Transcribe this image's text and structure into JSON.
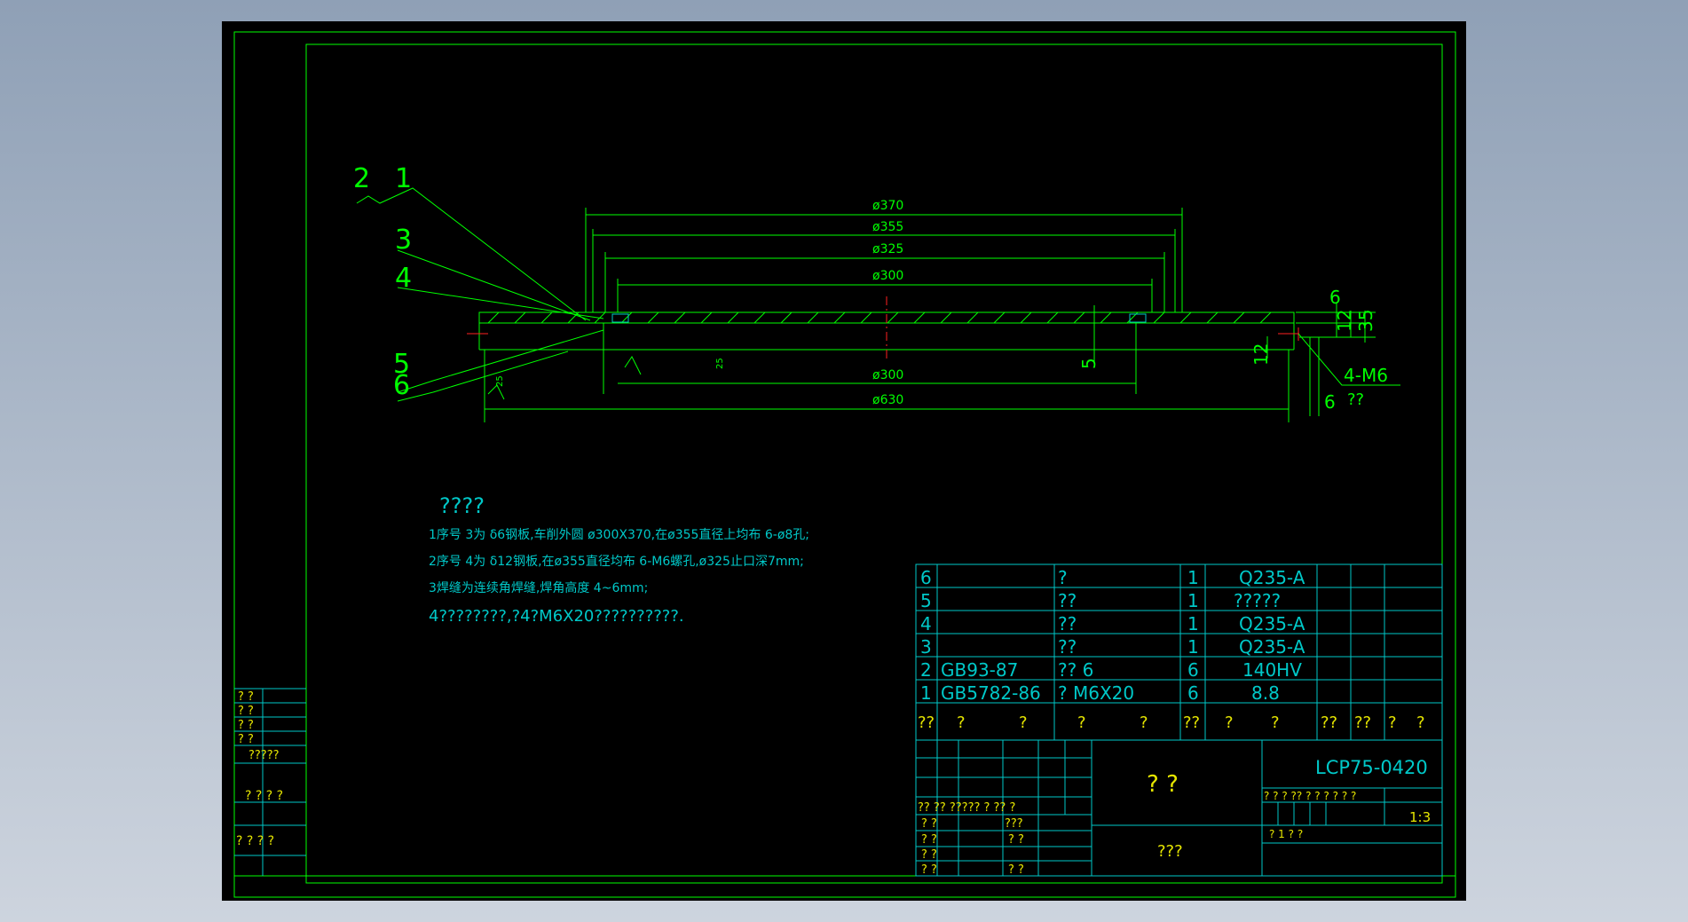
{
  "drawing": {
    "views": {
      "dims": {
        "d370": "ø370",
        "d355": "ø355",
        "d325": "ø325",
        "d300_top": "ø300",
        "d300_bottom": "ø300",
        "d630": "ø630",
        "v6_top": "6",
        "v12_top": "12",
        "v35": "35",
        "v5": "5",
        "v12_right": "12",
        "v6_bottom": "6",
        "rough_a": "25",
        "rough_b": "25"
      },
      "balloons": [
        "2",
        "1",
        "3",
        "4",
        "5",
        "6"
      ],
      "thread_callout": "4-M6",
      "thread_note": "??"
    },
    "notes": {
      "title": "????",
      "lines": [
        "1序号 3为 δ6钢板,车削外圆 ø300X370,在ø355直径上均布 6-ø8孔;",
        "2序号 4为 δ12钢板,在ø355直径均布 6-M6螺孔,ø325止口深7mm;",
        "3焊缝为连续角焊缝,焊角高度 4~6mm;",
        "4????????,?4?M6X20??????????."
      ]
    },
    "bom": {
      "rows": [
        {
          "no": "6",
          "code": "",
          "name": "?",
          "qty": "1",
          "material": "Q235-A"
        },
        {
          "no": "5",
          "code": "",
          "name": "??",
          "qty": "1",
          "material": "?????"
        },
        {
          "no": "4",
          "code": "",
          "name": "??",
          "qty": "1",
          "material": "Q235-A"
        },
        {
          "no": "3",
          "code": "",
          "name": "??",
          "qty": "1",
          "material": "Q235-A"
        },
        {
          "no": "2",
          "code": "GB93-87",
          "name": "?? 6",
          "qty": "6",
          "material": "140HV"
        },
        {
          "no": "1",
          "code": "GB5782-86",
          "name": "? M6X20",
          "qty": "6",
          "material": "8.8"
        }
      ],
      "header": [
        "??",
        "?",
        "?",
        "?",
        "?",
        "??",
        "?",
        "?",
        "??",
        "??",
        "?",
        "?"
      ]
    },
    "title_block": {
      "drawing_number": "LCP75-0420",
      "part_name": "?  ?",
      "company": "???",
      "scale": "1:3",
      "row_labels": "?? ?? ????? ?  ?? ?",
      "sign_rows": [
        {
          "a": "? ?",
          "b": "???"
        },
        {
          "a": "? ?",
          "b": "? ?"
        },
        {
          "a": "? ?",
          "b": ""
        },
        {
          "a": "? ?",
          "b": "? ?"
        }
      ],
      "stage_labels": "? ? ? ?? ?  ? ? ? ?  ?",
      "sheet_labels": "?        1  ?        ?"
    },
    "side_stamps": [
      "? ?",
      "? ?",
      "? ?",
      "? ?",
      "?????",
      "? ? ? ?",
      "? ? ?  ?"
    ]
  }
}
